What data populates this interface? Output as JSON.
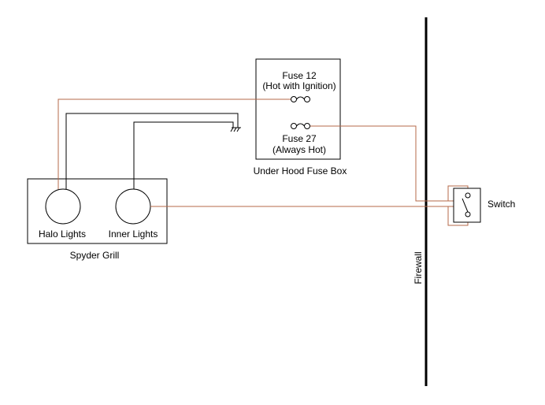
{
  "fuse_box": {
    "label": "Under Hood Fuse Box",
    "fuse_12": {
      "name": "Fuse 12",
      "desc": "(Hot with Ignition)"
    },
    "fuse_27": {
      "name": "Fuse 27",
      "desc": "(Always Hot)"
    }
  },
  "grill": {
    "label": "Spyder Grill",
    "halo_label": "Halo Lights",
    "inner_label": "Inner Lights"
  },
  "switch_label": "Switch",
  "firewall_label": "Firewall",
  "colors": {
    "line": "#000000",
    "wire_hot": "#b5694a",
    "wire_ground": "#000000"
  }
}
